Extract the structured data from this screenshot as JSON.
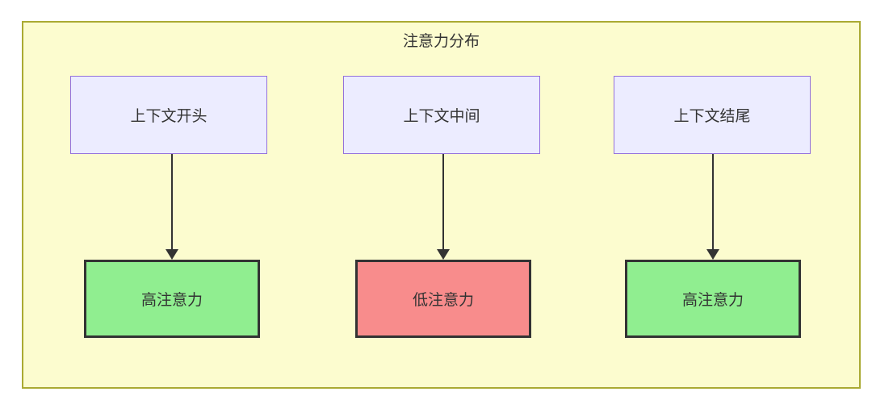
{
  "diagram": {
    "title": "注意力分布",
    "colors": {
      "container_fill": "#fcfccf",
      "container_border": "#aaaa33",
      "context_node_fill": "#ececff",
      "context_node_border": "#9370db",
      "high_attention_fill": "#90ee90",
      "low_attention_fill": "#f88c8c",
      "attention_node_border": "#333333",
      "arrow_color": "#333333",
      "text_color": "#333333"
    },
    "columns": [
      {
        "context_label": "上下文开头",
        "attention_label": "高注意力",
        "attention_level": "high"
      },
      {
        "context_label": "上下文中间",
        "attention_label": "低注意力",
        "attention_level": "low"
      },
      {
        "context_label": "上下文结尾",
        "attention_label": "高注意力",
        "attention_level": "high"
      }
    ]
  }
}
